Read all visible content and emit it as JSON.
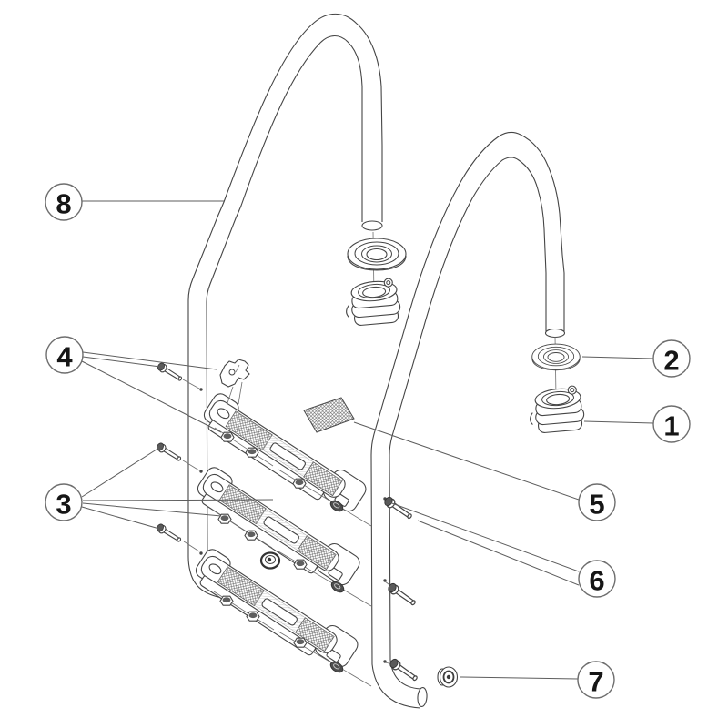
{
  "diagram": {
    "type": "exploded parts diagram",
    "subject": "pool ladder assembly line drawing",
    "background_color": "#ffffff",
    "line_color": "#454545",
    "hatch_color": "#5f5f5f",
    "callout_circle_color": "#6e6e6e",
    "callout_text_color": "#161616",
    "callouts": [
      {
        "label": "1"
      },
      {
        "label": "2"
      },
      {
        "label": "3"
      },
      {
        "label": "4"
      },
      {
        "label": "5"
      },
      {
        "label": "6"
      },
      {
        "label": "7"
      },
      {
        "label": "8"
      }
    ]
  }
}
